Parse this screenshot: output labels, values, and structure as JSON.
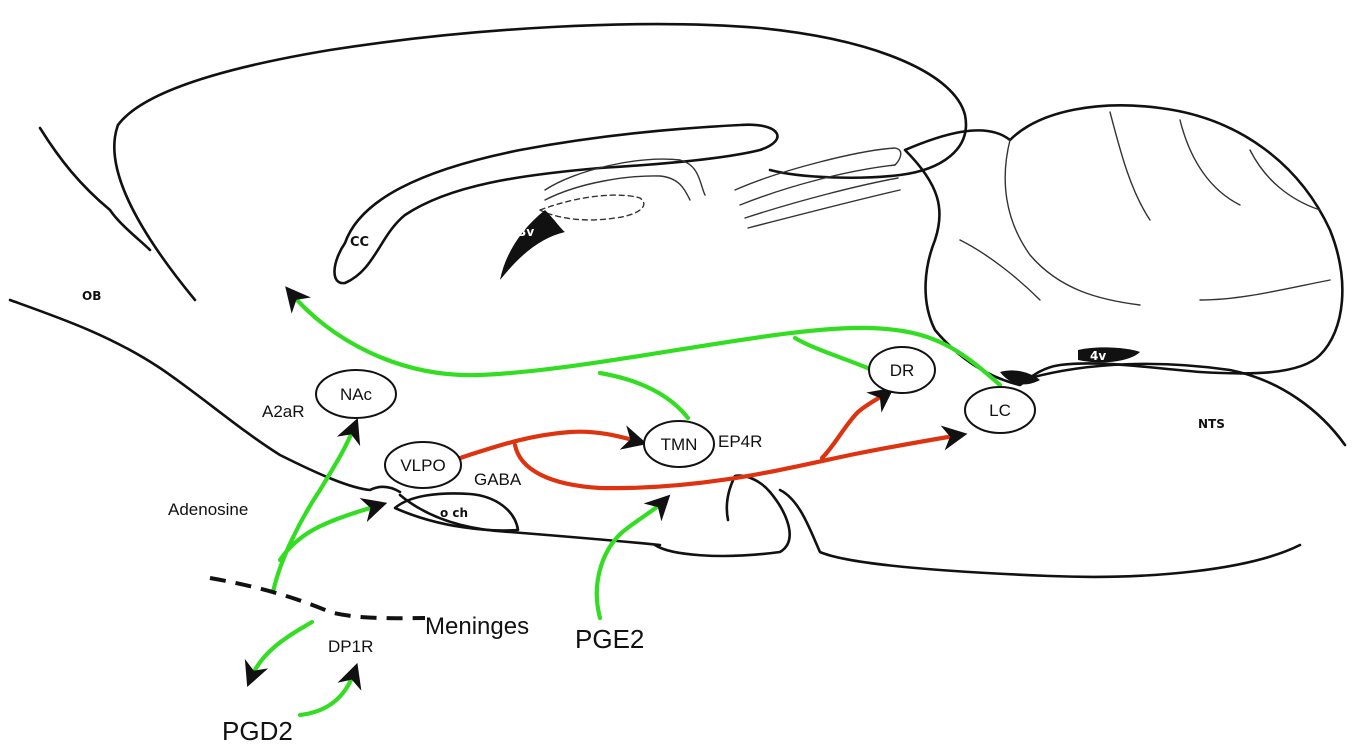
{
  "anatomy_labels": {
    "ob": "OB",
    "cc": "CC",
    "v3": "3v",
    "v4": "4v",
    "nts": "NTS",
    "och": "o ch"
  },
  "nodes": {
    "nac": "NAc",
    "vlpo": "VLPO",
    "tmn": "TMN",
    "dr": "DR",
    "lc": "LC"
  },
  "labels": {
    "a2ar": "A2aR",
    "adenosine": "Adenosine",
    "gaba": "GABA",
    "ep4r": "EP4R",
    "meninges": "Meninges",
    "dp1r": "DP1R",
    "pgd2": "PGD2",
    "pge2": "PGE2"
  },
  "colors": {
    "excitatory": "#33dd22",
    "inhibitory": "#dd3311",
    "outline": "#111111"
  }
}
